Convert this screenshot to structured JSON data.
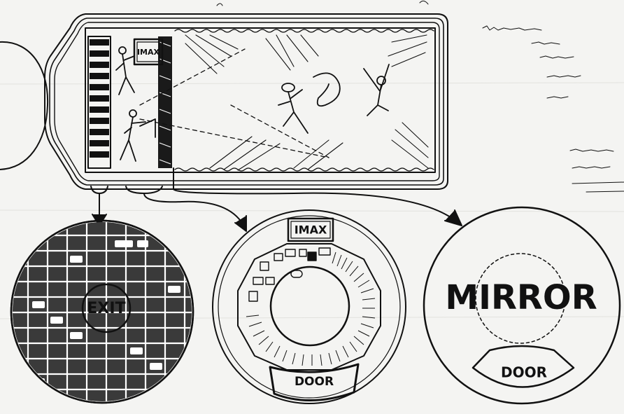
{
  "theme": {
    "ink": "#111111",
    "paper": "#f4f4f2"
  },
  "diagram": {
    "top_plan": {
      "imax_label": "IMAX"
    },
    "detail_exit": {
      "label": "EXIT"
    },
    "detail_imax": {
      "imax_label": "IMAX",
      "door_label": "DOOR"
    },
    "detail_mirror": {
      "label": "MIRROR",
      "door_label": "DOOR"
    }
  }
}
